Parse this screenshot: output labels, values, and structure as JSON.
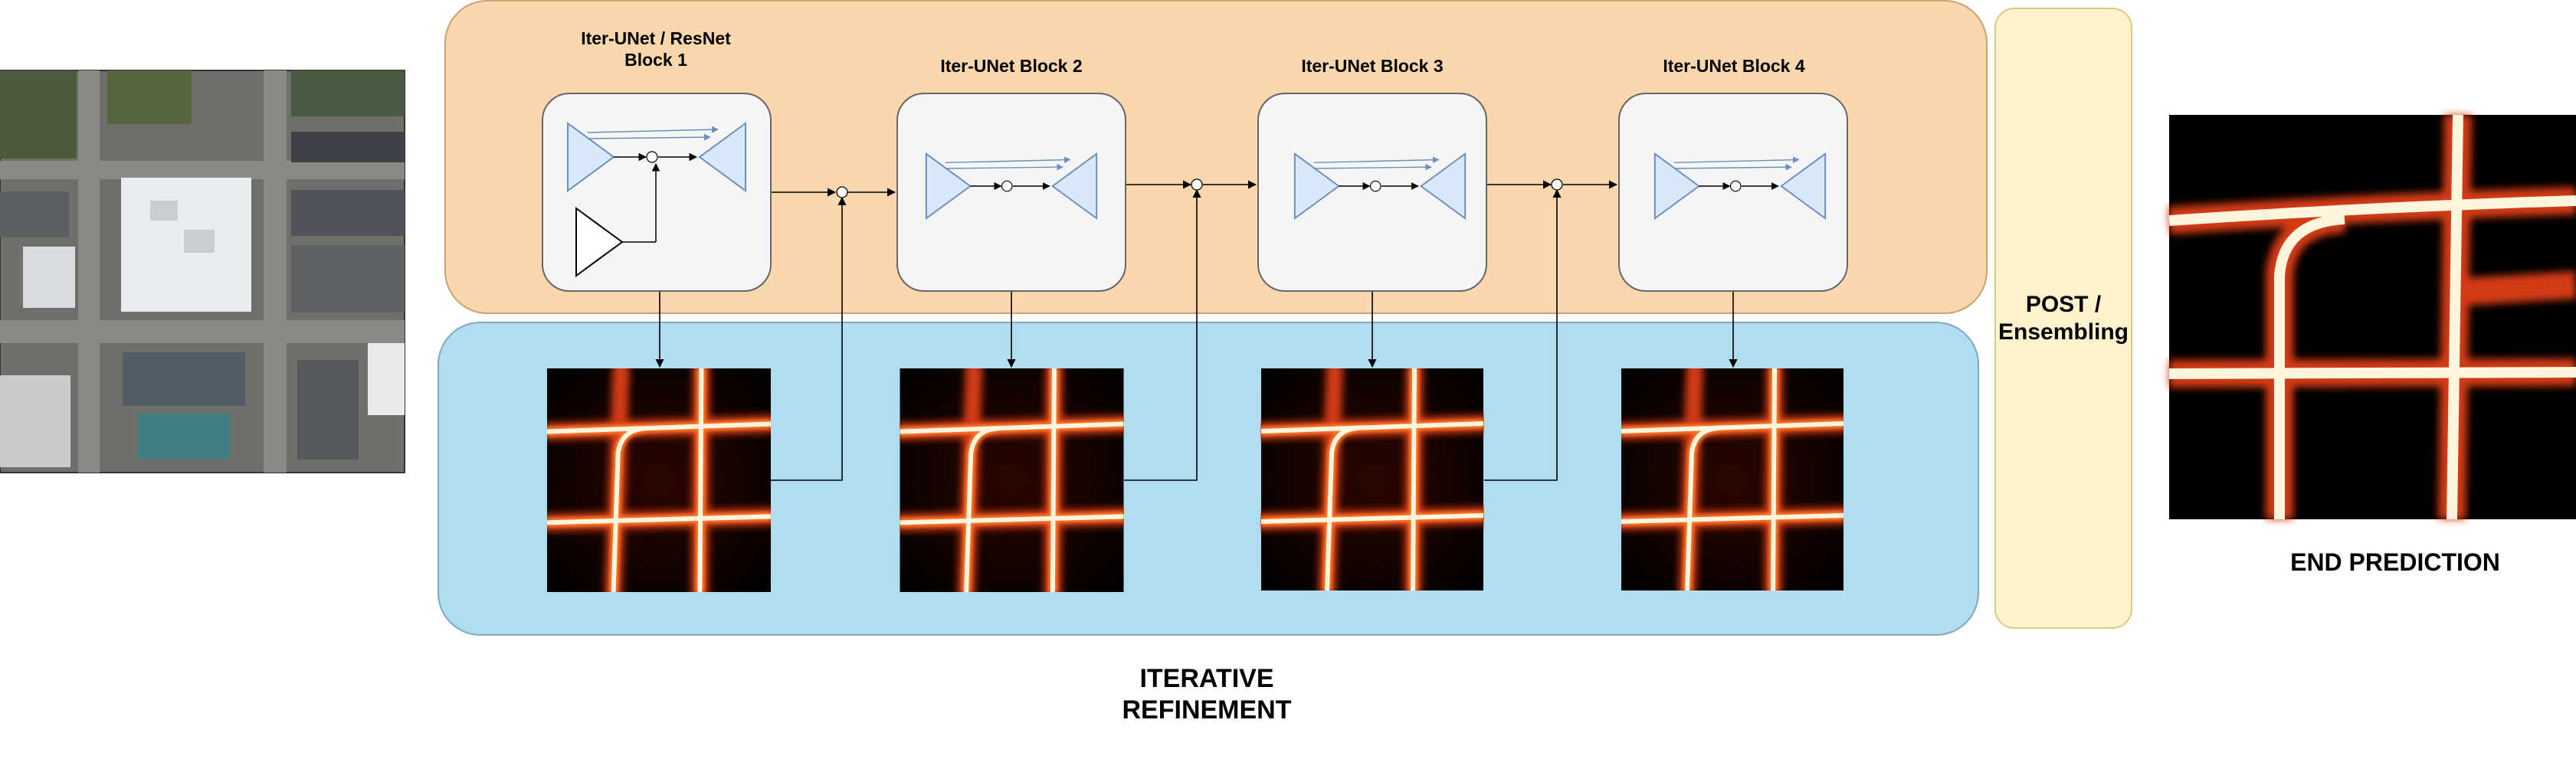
{
  "blocks": [
    {
      "title_line1": "Iter-UNet / ResNet",
      "title_line2": "Block 1"
    },
    {
      "title_line1": "Iter-UNet Block 2",
      "title_line2": ""
    },
    {
      "title_line1": "Iter-UNet Block 3",
      "title_line2": ""
    },
    {
      "title_line1": "Iter-UNet Block 4",
      "title_line2": ""
    }
  ],
  "post": {
    "line1": "POST /",
    "line2": "Ensembling"
  },
  "end_prediction": "END PREDICTION",
  "iterative": {
    "line1": "ITERATIVE",
    "line2": "REFINEMENT"
  },
  "images": {
    "input": "satellite-aerial-image",
    "intermediate": [
      "prediction-map-1",
      "prediction-map-2",
      "prediction-map-3",
      "prediction-map-4"
    ],
    "final": "final-road-prediction-map"
  },
  "colors": {
    "top_panel": "#fad7ac",
    "bottom_panel": "#b1ddf0",
    "post_panel": "#fff2cc",
    "encoder_triangle": "#dae8fc",
    "heatmap_hot": "#fff3d6",
    "heatmap_mid": "#e0441b",
    "heatmap_bg": "#000000"
  }
}
